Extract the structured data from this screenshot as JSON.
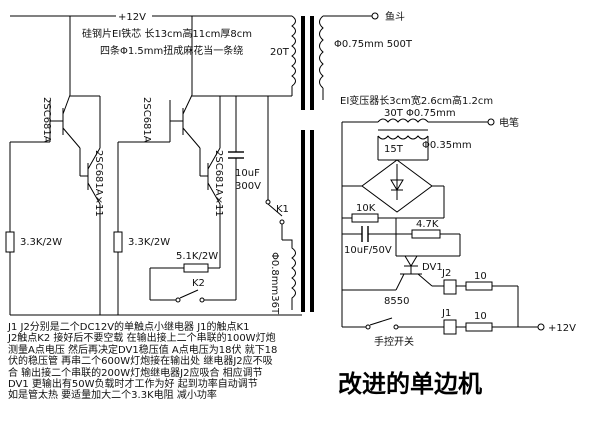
{
  "labels": {
    "v12_top": "+12V",
    "yudou": "鱼斗",
    "core_spec": "硅钢片EI铁芯 长13cm高11cm厚8cm",
    "winding_spec": "四条Φ1.5mm扭成麻花当一条绕",
    "t20": "20T",
    "phi075_500": "Φ0.75mm 500T",
    "trans1_a": "2SC681A",
    "trans1_b": "2SC681A×11",
    "trans2_a": "2SC681A",
    "trans2_b": "2SC681A×11",
    "cap_a": "10uF",
    "cap_b": "300V",
    "k1": "K1",
    "r1": "3.3K/2W",
    "r2": "3.3K/2W",
    "r3": "5.1K/2W",
    "k2": "K2",
    "phi08_36": "Φ0.8mm36T",
    "ei_small": "EI变压器长3cm宽2.6cm高1.2cm",
    "t30": "30T Φ0.75mm",
    "dianbi": "电笔",
    "t15": "15T",
    "phi035": "Φ0.35mm",
    "r10k": "10K",
    "r47k": "4.7K",
    "c10u50": "10uF/50V",
    "dv1": "DV1",
    "j2": "J2",
    "r10a": "10",
    "t8550": "8550",
    "j1": "J1",
    "r10b": "10",
    "v12_right": "+12V",
    "shoukong": "手控开关",
    "title": "改进的单边机"
  },
  "notes": [
    "J1 J2分别是二个DC12V的单触点小继电器 J1的触点K1",
    "J2触点K2 接好后不要空载 在输出接上二个串联的100W灯炮",
    "测量A点电压 然后再决定DV1稳压值 A点电压为18伏 就下18",
    "伏的稳压管 再串二个600W灯炮接在输出处 继电器J2应不吸",
    "合 输出接二个串联的200W灯炮继电器J2应吸合 相应调节",
    "DV1 更输出有50W负载时才工作为好 起到功率自动调节",
    "如是管太热 要适量加大二个3.3K电阻 减小功率"
  ]
}
